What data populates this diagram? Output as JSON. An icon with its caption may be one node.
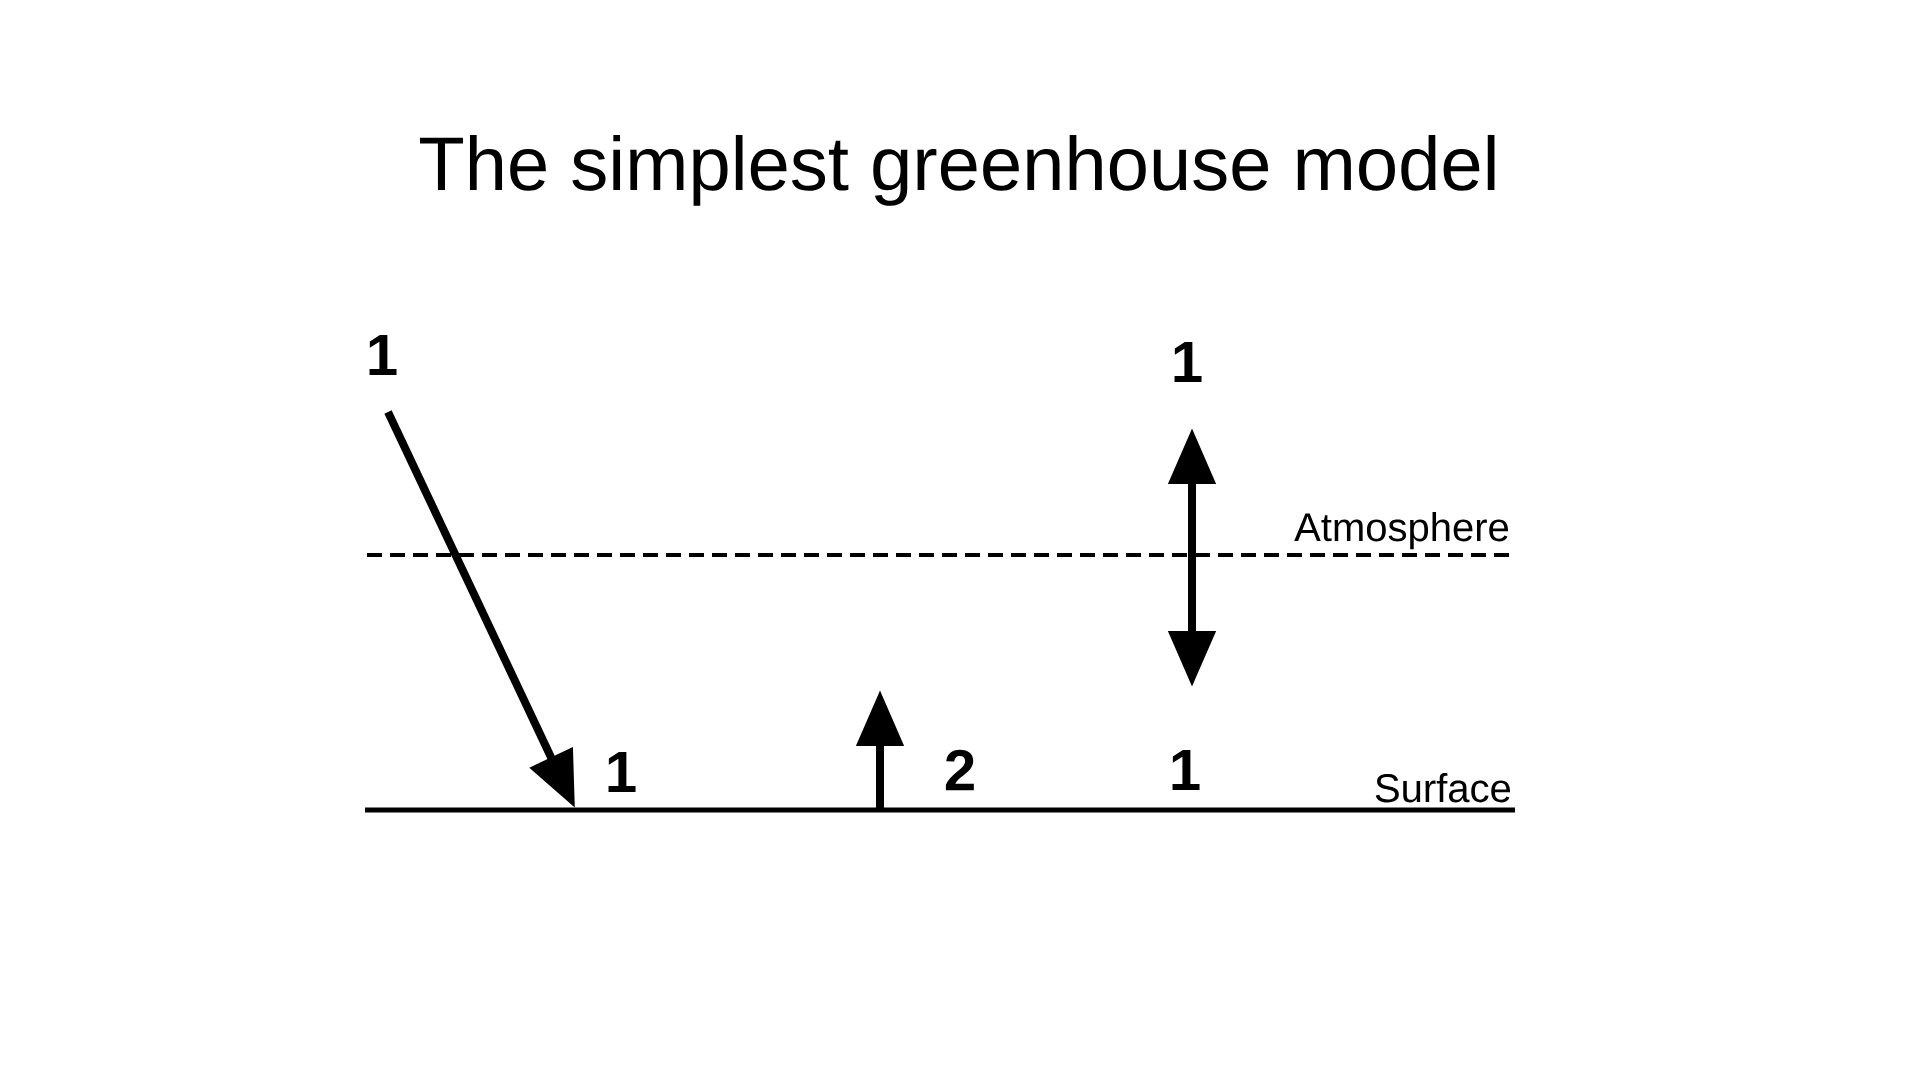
{
  "diagram": {
    "title": "The simplest greenhouse model",
    "labels": [
      "1",
      "1",
      "Atmosphere",
      "1",
      "2",
      "1",
      "Surface"
    ]
  }
}
